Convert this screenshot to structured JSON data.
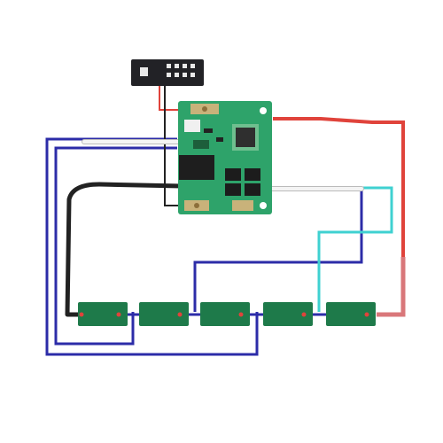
{
  "colors": {
    "background": "#ffffff",
    "wire_blue": "#2c2ca8",
    "wire_cyan": "#3fd1d1",
    "wire_red": "#e0433b",
    "wire_pink": "#d9777a",
    "wire_black": "#222222",
    "wire_white": "#f2f2f2",
    "pcb_green": "#2ea36a",
    "pcb_dark": "#1f7f4e",
    "cell_green": "#1e7a4a",
    "cell_dot": "#e0433b",
    "indicator_board": "#222226"
  },
  "components": {
    "indicator_board": {
      "kind": "led-indicator-board",
      "led_count": 4,
      "button": "push-button-icon"
    },
    "bms_board": {
      "kind": "bms-protection-board"
    },
    "cells": [
      {
        "id": "cell-1"
      },
      {
        "id": "cell-2"
      },
      {
        "id": "cell-3"
      },
      {
        "id": "cell-4"
      },
      {
        "id": "cell-5"
      }
    ]
  }
}
